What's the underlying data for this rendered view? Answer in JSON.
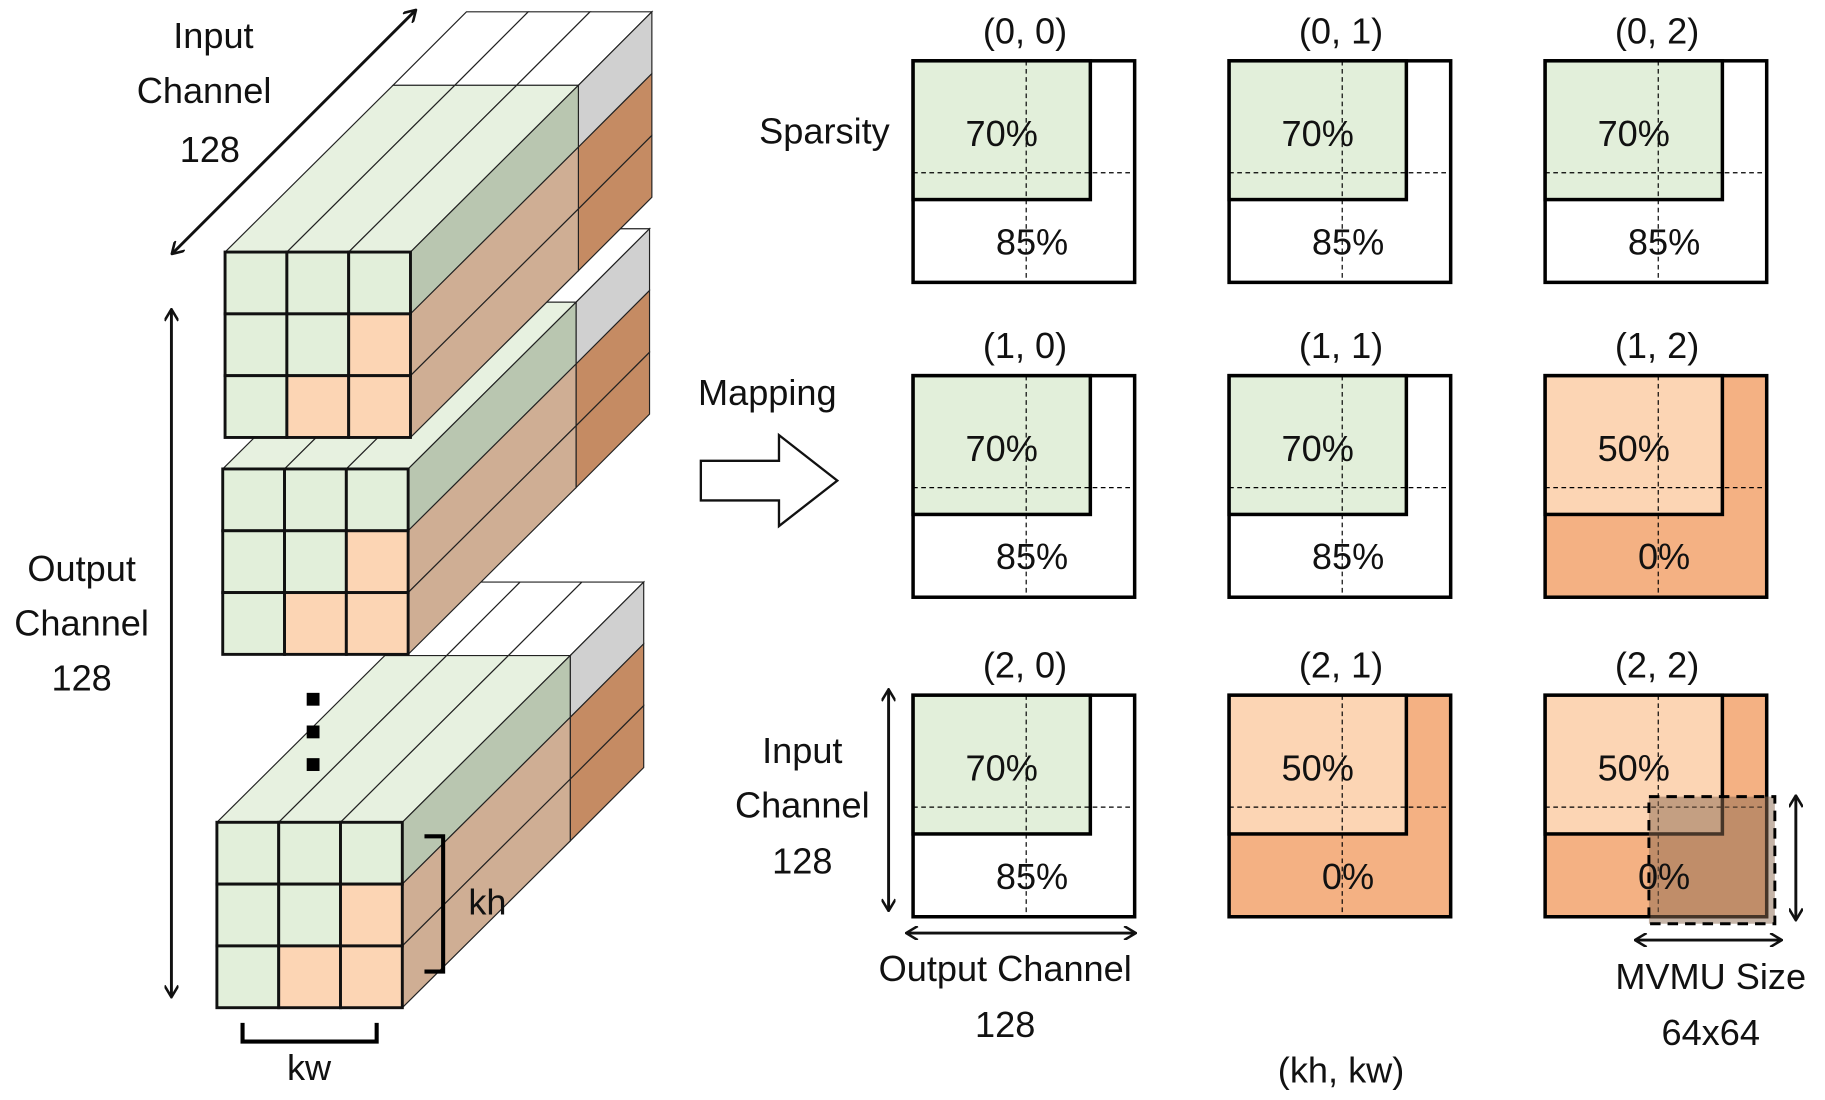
{
  "left": {
    "input_channel": [
      "Input",
      "Channel",
      "128"
    ],
    "output_channel": [
      "Output",
      "Channel",
      "128"
    ],
    "kh_label": "kh",
    "kw_label": "kw",
    "kernel_pattern": [
      [
        "G",
        "G",
        "G"
      ],
      [
        "G",
        "G",
        "O"
      ],
      [
        "G",
        "O",
        "O"
      ]
    ]
  },
  "middle": {
    "mapping_label": "Mapping"
  },
  "right": {
    "sparsity_label": "Sparsity",
    "input_channel": [
      "Input",
      "Channel",
      "128"
    ],
    "output_channel": [
      "Output Channel",
      "128"
    ],
    "axis_label": "(kh, kw)",
    "mvmu": [
      "MVMU Size",
      "64x64"
    ],
    "cells": [
      {
        "label": "(0, 0)",
        "inner": "70%",
        "outer": "85%",
        "scheme": "green"
      },
      {
        "label": "(0, 1)",
        "inner": "70%",
        "outer": "85%",
        "scheme": "green"
      },
      {
        "label": "(0, 2)",
        "inner": "70%",
        "outer": "85%",
        "scheme": "green"
      },
      {
        "label": "(1, 0)",
        "inner": "70%",
        "outer": "85%",
        "scheme": "green"
      },
      {
        "label": "(1, 1)",
        "inner": "70%",
        "outer": "85%",
        "scheme": "green"
      },
      {
        "label": "(1, 2)",
        "inner": "50%",
        "outer": "0%",
        "scheme": "orange"
      },
      {
        "label": "(2, 0)",
        "inner": "70%",
        "outer": "85%",
        "scheme": "green"
      },
      {
        "label": "(2, 1)",
        "inner": "50%",
        "outer": "0%",
        "scheme": "orange"
      },
      {
        "label": "(2, 2)",
        "inner": "50%",
        "outer": "0%",
        "scheme": "orange"
      }
    ]
  },
  "colors": {
    "green_light": "#e2efda",
    "green_top": "#e7f1e0",
    "green_side": "#b9c6b0",
    "orange_light": "#fcd5b4",
    "orange_dark": "#f4b183",
    "tan_side": "#cfae94",
    "brown_side": "#c58b63",
    "gray_side": "#d0d0d0",
    "mvmu_fill": "#8c6a4f"
  }
}
